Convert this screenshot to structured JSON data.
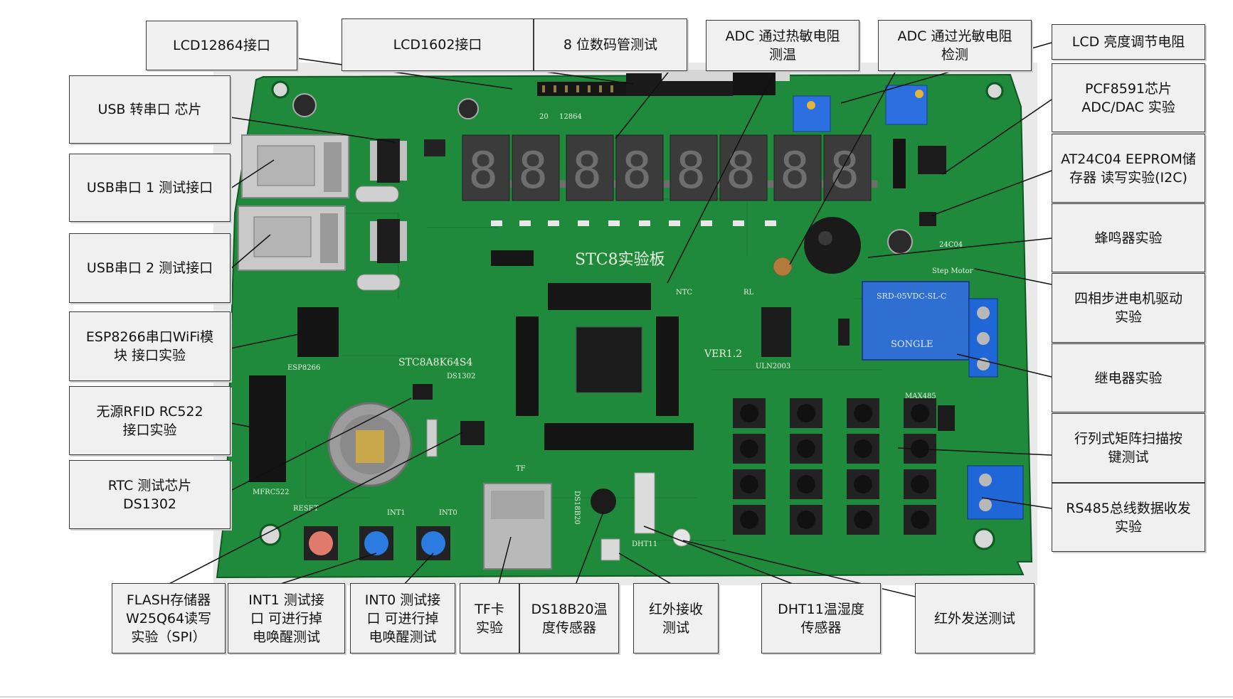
{
  "colors": {
    "label_bg": "#f0f0f0",
    "label_border": "#3a3a3a",
    "pcb": "#1f8a3b",
    "pcb_dark": "#146b2c",
    "digit_on": "#6e6e6e",
    "digit_bg": "#3b3b3b",
    "relay": "#2f6fd1",
    "terminal": "#1f66d6",
    "pot": "#2b6fe0",
    "buzzer": "#1a1a1a",
    "button_red": "#e07a6c",
    "button_blue": "#2c7be0"
  },
  "board": {
    "title": "STC8实验板",
    "chip_label": "STC8A8K64S4",
    "rtc_silk": "DS1302",
    "version": "VER1.2",
    "ntc_silk": "NTC",
    "rl_silk": "RL",
    "uln_silk": "ULN2003",
    "esp_silk": "ESP8266",
    "rfid_silk": "MFRC522",
    "lcd_silk": "12864",
    "lcd_pin": "20",
    "step_silk": "Step Motor",
    "max_silk": "MAX485",
    "tf_silk": "TF",
    "dht_silk": "DHT11",
    "reset_silk": "RESET",
    "int1_silk": "INT1",
    "int0_silk": "INT0",
    "ds18_silk": "DS18B20",
    "at24_silk": "24C04",
    "relay_text": "SRD-05VDC-SL-C",
    "relay_brand": "SONGLE",
    "segment_digits": [
      "8.",
      "8.",
      "8.",
      "8.",
      "8.",
      "8.",
      "8.",
      "8."
    ]
  },
  "labels": {
    "lcd12864": "LCD12864接口",
    "lcd1602": "LCD1602接口",
    "seg_test": "8 位数码管测试",
    "adc_ntc": "ADC 通过热敏电阻\n测温",
    "adc_light": "ADC 通过光敏电阻\n检测",
    "lcd_bright": "LCD 亮度调节电阻",
    "usb_chip": "USB 转串口 芯片",
    "pcf8591": "PCF8591芯片\nADC/DAC 实验",
    "usb1": "USB串口 1 测试接口",
    "at24c04": "AT24C04 EEPROM储\n存器 读写实验(I2C)",
    "usb2": "USB串口 2 测试接口",
    "buzzer": "蜂鸣器实验",
    "stepper": "四相步进电机驱动\n实验",
    "esp8266": "ESP8266串口WiFi模\n块 接口实验",
    "relay": "继电器实验",
    "rfid": "无源RFID RC522\n接口实验",
    "keypad": "行列式矩阵扫描按\n键测试",
    "rtc": "RTC 测试芯片\nDS1302",
    "rs485": "RS485总线数据收发\n实验",
    "flash": "FLASH存储器\nW25Q64读写\n实验（SPI）",
    "int1": "INT1 测试接\n口 可进行掉\n电唤醒测试",
    "int0": "INT0 测试接\n口 可进行掉\n电唤醒测试",
    "tf": "TF卡\n实验",
    "ds18b20": "DS18B20温\n度传感器",
    "ir_rx": "红外接收\n测试",
    "dht11": "DHT11温湿度\n传感器",
    "ir_tx": "红外发送测试"
  }
}
